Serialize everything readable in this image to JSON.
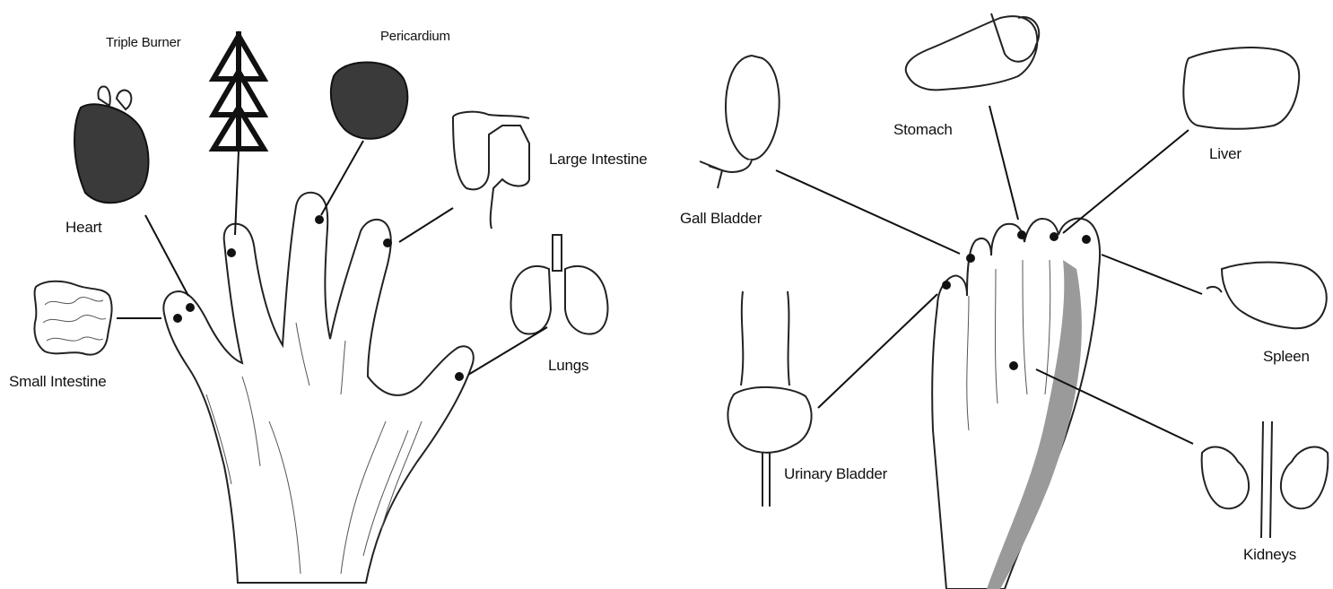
{
  "labels": {
    "triple_burner": "Triple Burner",
    "pericardium": "Pericardium",
    "heart": "Heart",
    "large_intestine": "Large Intestine",
    "small_intestine": "Small Intestine",
    "lungs": "Lungs",
    "gall_bladder": "Gall Bladder",
    "stomach": "Stomach",
    "liver": "Liver",
    "spleen": "Spleen",
    "urinary_bladder": "Urinary Bladder",
    "kidneys": "Kidneys"
  }
}
